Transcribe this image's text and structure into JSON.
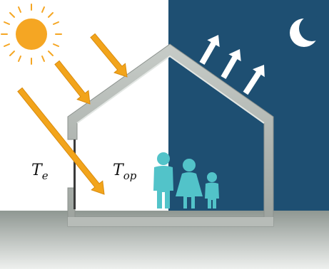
{
  "labels": {
    "outdoor_temp_main": "T",
    "outdoor_temp_sub": "e",
    "operative_temp_main": "T",
    "operative_temp_sub": "op"
  },
  "icons": {
    "sun": "sun-icon",
    "moon": "crescent-moon-icon",
    "solar_rays": "arrow-down-right-icon",
    "heat_loss": "arrow-up-right-icon",
    "occupants": "family-icon"
  },
  "colors": {
    "night_sky": "#1e4f72",
    "sun": "#f5a623",
    "solar_arrow": "#f2a41b",
    "wall": "#a9afaa",
    "wall_light": "#d2d7d3",
    "ground": "#7c857f",
    "people": "#52c3c9",
    "heat_arrow": "#ffffff"
  }
}
